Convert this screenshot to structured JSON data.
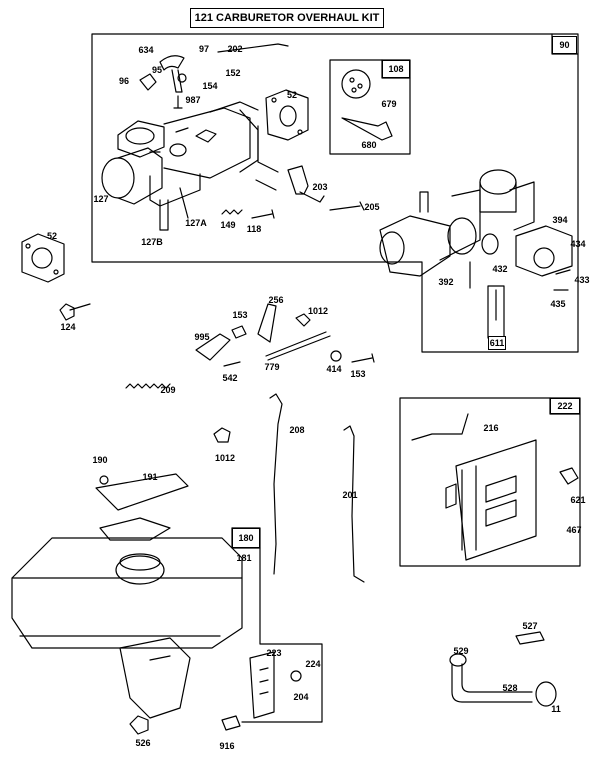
{
  "title": "121 CARBURETOR OVERHAUL KIT",
  "group_tags": {
    "carb_group": "90",
    "diaphragm_group": "108",
    "needle_group": "611",
    "governor_group": "222",
    "tank_group": "180"
  },
  "part_numbers": {
    "p634": "634",
    "p97": "97",
    "p202": "202",
    "p96": "96",
    "p95": "95",
    "p152": "152",
    "p154": "154",
    "p987": "987",
    "p52a": "52",
    "p679": "679",
    "p680": "680",
    "p127": "127",
    "p127a": "127A",
    "p127b": "127B",
    "p149": "149",
    "p118": "118",
    "p203": "203",
    "p205": "205",
    "p394": "394",
    "p434": "434",
    "p433": "433",
    "p435": "435",
    "p392": "392",
    "p432": "432",
    "p52b": "52",
    "p124": "124",
    "p153a": "153",
    "p256": "256",
    "p1012a": "1012",
    "p995": "995",
    "p542": "542",
    "p779": "779",
    "p414": "414",
    "p153b": "153",
    "p209": "209",
    "p208": "208",
    "p1012b": "1012",
    "p201": "201",
    "p216": "216",
    "p621": "621",
    "p467": "467",
    "p190": "190",
    "p191": "191",
    "p181": "181",
    "p223": "223",
    "p224": "224",
    "p204": "204",
    "p526": "526",
    "p916": "916",
    "p527": "527",
    "p529": "529",
    "p528": "528",
    "p11": "11"
  }
}
